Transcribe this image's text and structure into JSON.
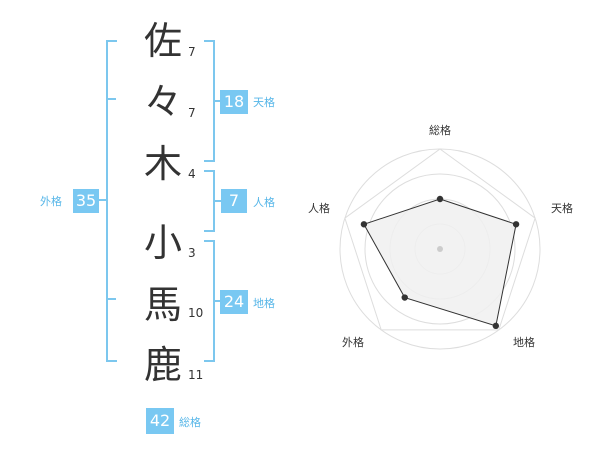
{
  "name": {
    "characters": [
      {
        "char": "佐",
        "strokes": "7"
      },
      {
        "char": "々",
        "strokes": "7"
      },
      {
        "char": "木",
        "strokes": "4"
      },
      {
        "char": "小",
        "strokes": "3"
      },
      {
        "char": "馬",
        "strokes": "10"
      },
      {
        "char": "鹿",
        "strokes": "11"
      }
    ]
  },
  "fortune": {
    "tenkaku": {
      "value": "18",
      "label": "天格"
    },
    "jinkaku": {
      "value": "7",
      "label": "人格"
    },
    "chikaku": {
      "value": "24",
      "label": "地格"
    },
    "gaikaku": {
      "value": "35",
      "label": "外格"
    },
    "soukaku": {
      "value": "42",
      "label": "総格"
    }
  },
  "radar": {
    "axes": [
      "総格",
      "天格",
      "地格",
      "外格",
      "人格"
    ],
    "scores": [
      0.5,
      0.8,
      0.95,
      0.6,
      0.8
    ],
    "max_level": 1.0,
    "ring_count": 4,
    "fill_color": "#f0f0f0",
    "line_color": "#333333",
    "ring_color": "#dddddd"
  },
  "colors": {
    "accent": "#79c8f2",
    "label": "#56b6e8",
    "text": "#333333"
  }
}
